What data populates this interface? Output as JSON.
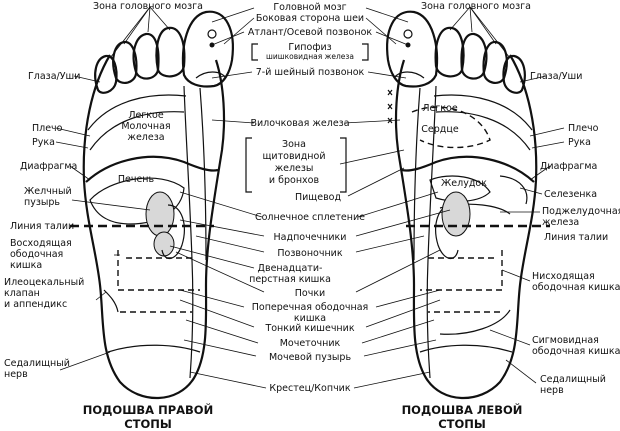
{
  "captions": {
    "right_foot": [
      "ПОДОШВА ПРАВОЙ",
      "СТОПЫ"
    ],
    "left_foot": [
      "ПОДОШВА ЛЕВОЙ",
      "СТОПЫ"
    ]
  },
  "labels_top": {
    "brain_zone_left": "Зона головного мозга",
    "brain_zone_right": "Зона головного мозга"
  },
  "labels_left": {
    "eyes_ears": "Глаза/Уши",
    "shoulder": "Плечо",
    "arm": "Рука",
    "diaphragm": "Диафрагма",
    "gallbladder": [
      "Желчный",
      "пузырь"
    ],
    "waist_line": "Линия талии",
    "ascending_colon": [
      "Восходящая",
      "ободочная",
      "кишка"
    ],
    "ileocecal": [
      "Илеоцекальный",
      "клапан",
      "и аппендикс"
    ],
    "sciatic": [
      "Седалищный",
      "нерв"
    ]
  },
  "labels_center": {
    "brain": "Головной мозг",
    "neck_side": "Боковая сторона шеи",
    "atlas": "Атлант/Осевой позвонок",
    "pituitary": "Гипофиз",
    "thyroid_small": "шишковидная железа",
    "c7": "7-й шейный позвонок",
    "thymus": "Вилочковая железа",
    "thyroid_zone": [
      "Зона",
      "щитовидной",
      "железы",
      "и бронхов"
    ],
    "esophagus": "Пищевод",
    "solar_plexus": "Солнечное сплетение",
    "adrenals": "Надпочечники",
    "spine": "Позвоночник",
    "duodenum": [
      "Двенадцати-",
      "перстная кишка"
    ],
    "kidneys": "Почки",
    "transverse_colon": [
      "Поперечная ободочная",
      "кишка"
    ],
    "small_intestine": "Тонкий кишечник",
    "ureter": "Мочеточник",
    "bladder": "Мочевой пузырь",
    "sacrum": "Крестец/Копчик"
  },
  "labels_inside": {
    "lung_right": [
      "Легкое",
      "Молочная",
      "железа"
    ],
    "liver": "Печень",
    "lung_left": "Легкое",
    "heart": "Сердце",
    "stomach": "Желудок"
  },
  "labels_right": {
    "eyes_ears": "Глаза/Уши",
    "shoulder": "Плечо",
    "arm": "Рука",
    "diaphragm": "Диафрагма",
    "spleen": "Селезенка",
    "pancreas": [
      "Поджелудочная",
      "железа"
    ],
    "waist_line": "Линия талии",
    "descending_colon": [
      "Нисходящая",
      "ободочная кишка"
    ],
    "sigmoid_colon": [
      "Сигмовидная",
      "ободочная кишка"
    ],
    "sciatic": [
      "Седалищный",
      "нерв"
    ]
  }
}
